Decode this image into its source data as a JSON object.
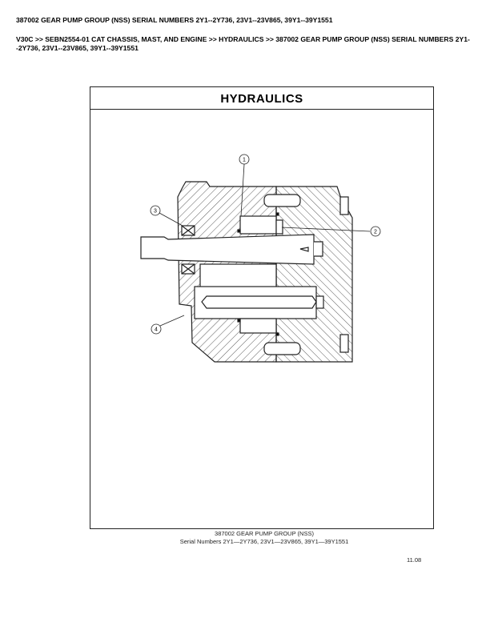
{
  "header": {
    "title": "387002 GEAR PUMP GROUP (NSS) SERIAL NUMBERS 2Y1--2Y736, 23V1--23V865, 39Y1--39Y1551",
    "breadcrumb": "V30C >> SEBN2554-01 CAT CHASSIS, MAST, AND ENGINE >> HYDRAULICS >> 387002 GEAR PUMP GROUP (NSS) SERIAL NUMBERS 2Y1--2Y736, 23V1--23V865, 39Y1--39Y1551"
  },
  "figure": {
    "section_title": "HYDRAULICS",
    "callouts": [
      "1",
      "2",
      "3",
      "4"
    ],
    "caption_line1": "387002 GEAR PUMP GROUP (NSS)",
    "caption_line2": "Serial Numbers 2Y1—2Y736, 23V1—23V865, 39Y1—39Y1551",
    "page_number": "11.08"
  }
}
